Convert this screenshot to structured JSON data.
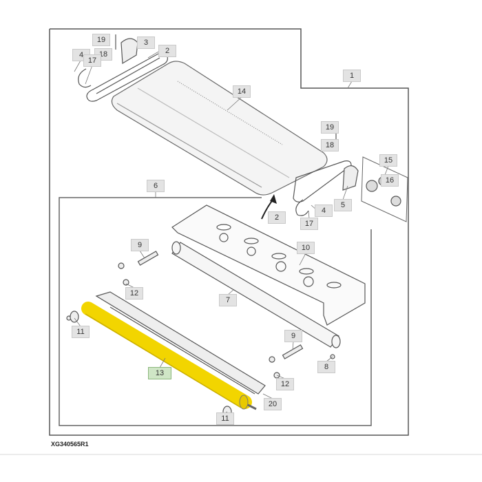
{
  "figure_id": "XG340565R1",
  "highlight_color": "#f2d500",
  "callouts": [
    {
      "id": "c19a",
      "label": "19"
    },
    {
      "id": "c3",
      "label": "3"
    },
    {
      "id": "c2a",
      "label": "2"
    },
    {
      "id": "c4a",
      "label": "4"
    },
    {
      "id": "c18a",
      "label": "18"
    },
    {
      "id": "c17a",
      "label": "17"
    },
    {
      "id": "c1",
      "label": "1"
    },
    {
      "id": "c14",
      "label": "14"
    },
    {
      "id": "c19b",
      "label": "19"
    },
    {
      "id": "c18b",
      "label": "18"
    },
    {
      "id": "c15",
      "label": "15"
    },
    {
      "id": "c16",
      "label": "16"
    },
    {
      "id": "c5",
      "label": "5"
    },
    {
      "id": "c4b",
      "label": "4"
    },
    {
      "id": "c17b",
      "label": "17"
    },
    {
      "id": "c2b",
      "label": "2"
    },
    {
      "id": "c6",
      "label": "6"
    },
    {
      "id": "c9a",
      "label": "9"
    },
    {
      "id": "c10",
      "label": "10"
    },
    {
      "id": "c12a",
      "label": "12"
    },
    {
      "id": "c7",
      "label": "7"
    },
    {
      "id": "c11a",
      "label": "11"
    },
    {
      "id": "c9b",
      "label": "9"
    },
    {
      "id": "c13",
      "label": "13",
      "highlighted": true
    },
    {
      "id": "c8",
      "label": "8"
    },
    {
      "id": "c12b",
      "label": "12"
    },
    {
      "id": "c20",
      "label": "20"
    },
    {
      "id": "c11b",
      "label": "11"
    }
  ]
}
